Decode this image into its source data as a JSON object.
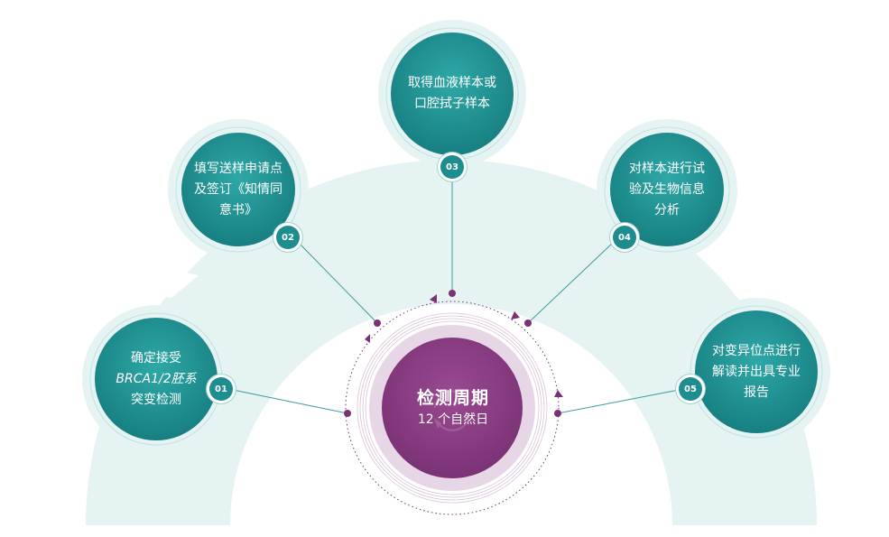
{
  "center": {
    "title": "检测周期",
    "subtitle": "12 个自然日"
  },
  "steps": [
    {
      "badge": "01",
      "lines": [
        "确定接受",
        "BRCA1/2胚系",
        "突变检测"
      ]
    },
    {
      "badge": "02",
      "lines": [
        "填写送样申请点",
        "及签订《知情同",
        "意书》"
      ]
    },
    {
      "badge": "03",
      "lines": [
        "取得血液样本或",
        "口腔拭子样本"
      ]
    },
    {
      "badge": "04",
      "lines": [
        "对样本进行试",
        "验及生物信息",
        "分析"
      ]
    },
    {
      "badge": "05",
      "lines": [
        "对变异位点进行",
        "解读并出具专业",
        "报告"
      ]
    }
  ],
  "colors": {
    "teal": "#1e8d8f",
    "teal_light": "#2aa3a3",
    "purple": "#8a3f83",
    "purple_ring": "#e7d7e6",
    "arc": "#e6f3f3"
  }
}
